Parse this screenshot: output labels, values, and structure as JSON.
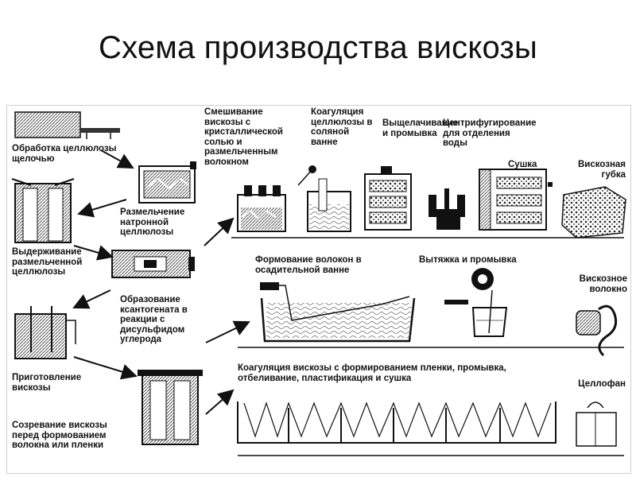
{
  "title": "Схема производства вискозы",
  "labels": {
    "step1": "Обработка целлюлозы щелочью",
    "step2": "Размельчение натронной целлюлозы",
    "step3": "Выдерживание размельченной целлюлозы",
    "step4": "Образование ксантогената в реакции с дисульфидом углерода",
    "step5": "Приготовление вискозы",
    "step6": "Созревание вискозы перед формованием волокна или пленки",
    "mixing": "Смешивание вискозы с кристаллической солью и размельченным волокном",
    "coag_salt": "Коагуляция целлюлозы в соляной ванне",
    "leaching": "Выщелачивание и промывка",
    "centrifuge": "Центрифугирование для отделения воды",
    "drying": "Сушка",
    "sponge": "Вискозная губка",
    "forming": "Формование волокон в осадительной ванне",
    "drawing": "Вытяжка и промывка",
    "fiber": "Вискозное волокно",
    "film_process": "Коагуляция вискозы с формированием пленки, промывка, отбеливание, пластификация и сушка",
    "cellophane": "Целлофан"
  }
}
